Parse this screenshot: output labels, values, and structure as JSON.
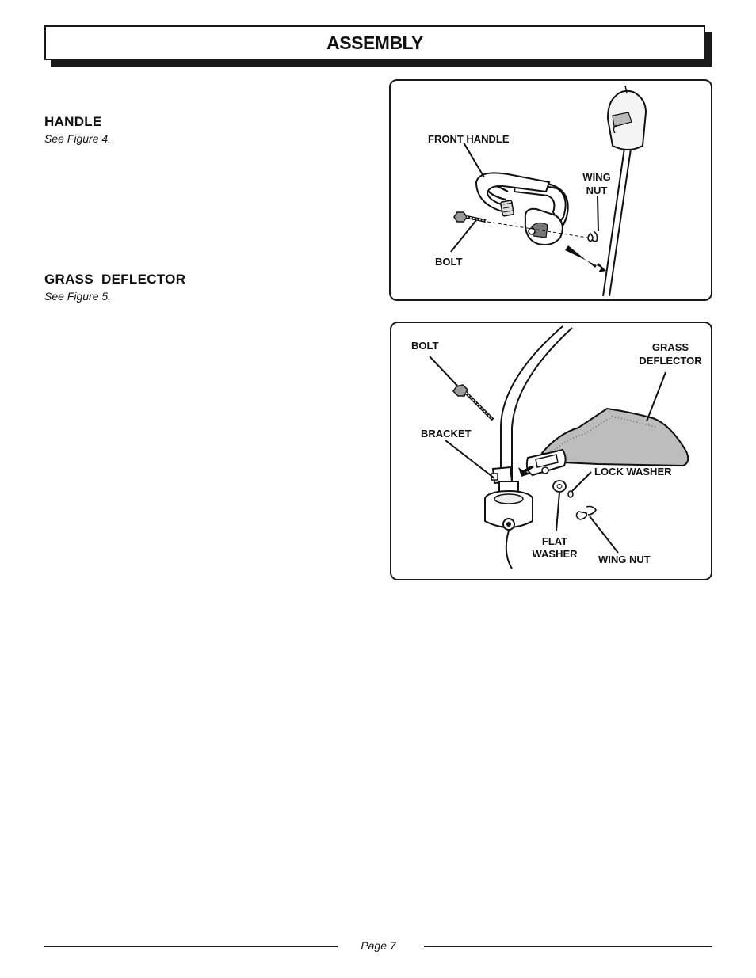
{
  "header": {
    "title": "ASSEMBLY"
  },
  "sections": {
    "handle": {
      "heading": "HANDLE",
      "see": "See Figure 4."
    },
    "grass_deflector": {
      "heading": "GRASS  DEFLECTOR",
      "see": "See Figure 5."
    }
  },
  "figure4": {
    "labels": {
      "front_handle": "FRONT HANDLE",
      "wing_nut_1": "WING",
      "wing_nut_2": "NUT",
      "bolt": "BOLT"
    }
  },
  "figure5": {
    "labels": {
      "bolt": "BOLT",
      "grass_deflector_1": "GRASS",
      "grass_deflector_2": "DEFLECTOR",
      "bracket": "BRACKET",
      "lock_washer": "LOCK WASHER",
      "flat_washer_1": "FLAT",
      "flat_washer_2": "WASHER",
      "wing_nut": "WING NUT"
    }
  },
  "footer": {
    "page": "Page 7"
  }
}
